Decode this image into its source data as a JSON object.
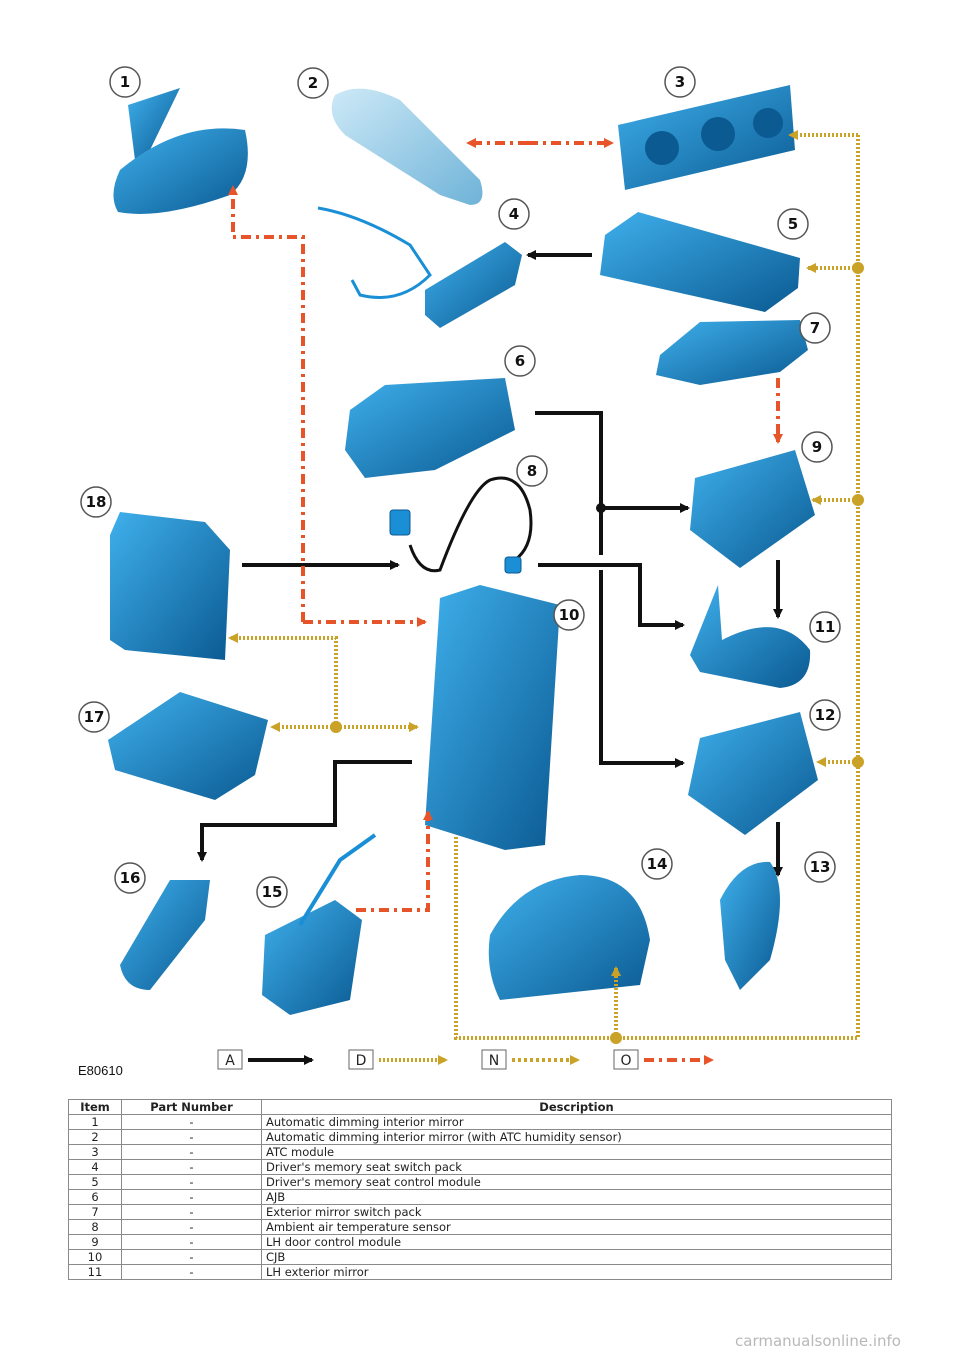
{
  "figure_id": "E80610",
  "callouts": [
    "1",
    "2",
    "3",
    "4",
    "5",
    "6",
    "7",
    "8",
    "9",
    "10",
    "11",
    "12",
    "13",
    "14",
    "15",
    "16",
    "17",
    "18"
  ],
  "legend": [
    "A",
    "D",
    "N",
    "O"
  ],
  "colors": {
    "component": "#1a8fd6",
    "component_dark": "#0b5a92",
    "line_A": "#111111",
    "line_D": "#c9a227",
    "line_O": "#e8542a"
  },
  "table": {
    "headers": [
      "Item",
      "Part Number",
      "Description"
    ],
    "rows": [
      [
        "1",
        "-",
        "Automatic dimming interior mirror"
      ],
      [
        "2",
        "-",
        "Automatic dimming interior mirror (with ATC humidity sensor)"
      ],
      [
        "3",
        "-",
        "ATC module"
      ],
      [
        "4",
        "-",
        "Driver's memory seat switch pack"
      ],
      [
        "5",
        "-",
        "Driver's memory seat control module"
      ],
      [
        "6",
        "-",
        "AJB"
      ],
      [
        "7",
        "-",
        "Exterior mirror switch pack"
      ],
      [
        "8",
        "-",
        "Ambient air temperature sensor"
      ],
      [
        "9",
        "-",
        "LH door control module"
      ],
      [
        "10",
        "-",
        "CJB"
      ],
      [
        "11",
        "-",
        "LH exterior mirror"
      ]
    ]
  },
  "watermark": "carmanualsonline.info"
}
